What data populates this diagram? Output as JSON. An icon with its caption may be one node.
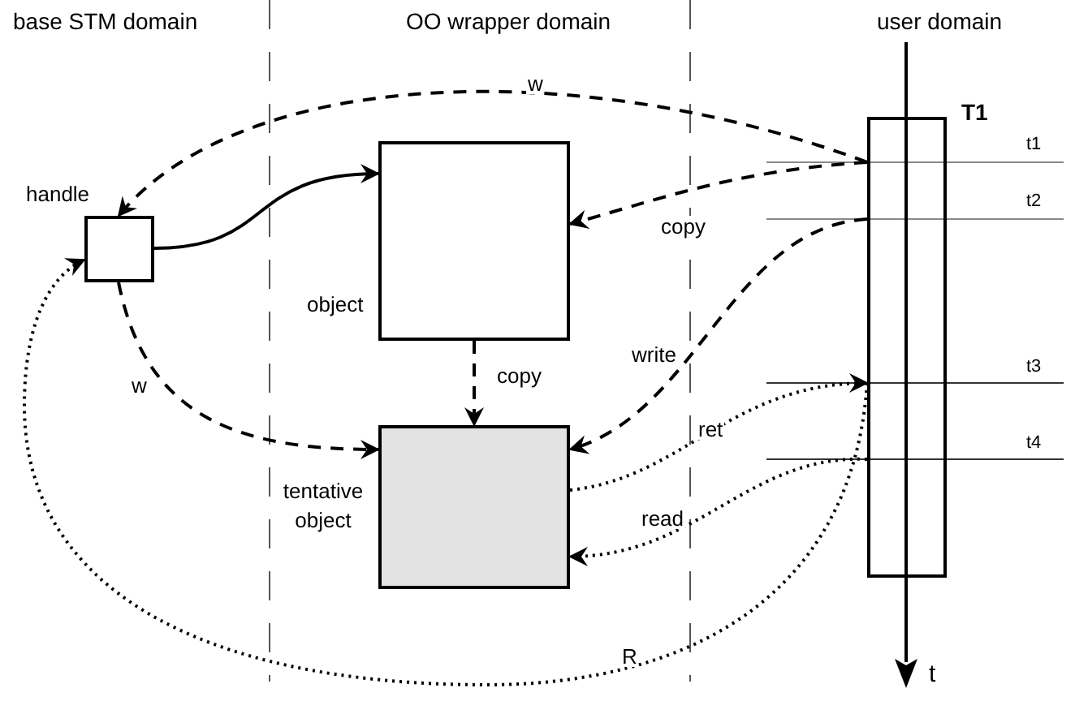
{
  "diagram": {
    "nodes": [
      {
        "text": [
          "handle"
        ]
      },
      {
        "text": [
          "object"
        ]
      },
      {
        "text": [
          "tentative object"
        ]
      },
      {
        "text": [
          "T1"
        ]
      }
    ],
    "edges": [
      {
        "from": 3,
        "to": 0,
        "arrow": "to",
        "label": "w",
        "style": "dashed"
      },
      {
        "from": 0,
        "to": 1,
        "arrow": "to"
      },
      {
        "from": 0,
        "to": 2,
        "arrow": "to",
        "label": "w",
        "style": "dashed"
      },
      {
        "from": 1,
        "to": 2,
        "arrow": "to",
        "label": "copy",
        "style": "dashed"
      },
      {
        "from": 3,
        "to": 1,
        "arrow": "to",
        "label": "copy",
        "style": "dashed"
      },
      {
        "from": 3,
        "to": 2,
        "arrow": "to",
        "label": "write",
        "style": "dashed"
      },
      {
        "from": 2,
        "to": 3,
        "arrow": "to",
        "label": "ret",
        "style": "dashed"
      },
      {
        "from": 3,
        "to": 2,
        "arrow": "to",
        "label": "read",
        "style": "dashed"
      },
      {
        "from": 3,
        "to": 0,
        "arrow": "to",
        "label": "R",
        "style": "dashed"
      }
    ],
    "labels": [
      "base STM domain",
      "OO wrapper domain",
      "user domain",
      "t1",
      "t2",
      "t3",
      "t4",
      "t"
    ]
  }
}
